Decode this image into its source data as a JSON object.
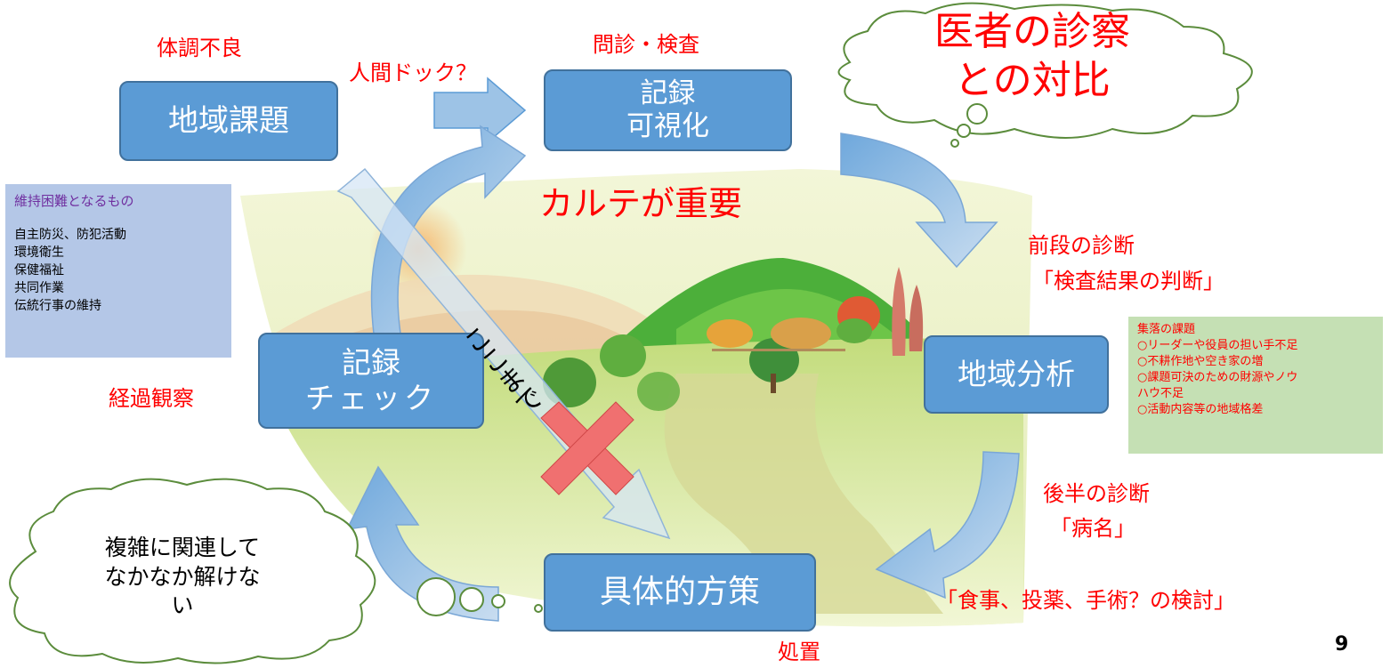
{
  "boxes": {
    "chiiki_kadai": "地域課題",
    "kiroku_kashika": [
      "記録",
      "可視化"
    ],
    "chiiki_bunseki": "地域分析",
    "gutaiteki_housaku": "具体的方策",
    "kiroku_check": [
      "記録",
      "チェック"
    ]
  },
  "labels": {
    "taichou_furyou": "体調不良",
    "ningen_dock": "人間ドック？",
    "monshin_kensa": "問診・検査",
    "karte_juuyou": "カルテが重要",
    "zendan_shindan": "前段の診断",
    "kensa_kekka": "「検査結果の判断」",
    "kouhan_shindan": "後半の診断",
    "byoumei": "「病名」",
    "shokuji": "「食事、投薬、手術？の検討」",
    "shochi": "処置",
    "keika_kansatsu": "経過観察",
    "koko_made": "ここまで"
  },
  "clouds": {
    "top": [
      "医者の診察",
      "との対比"
    ],
    "bottom": [
      "複雑に関連して",
      "なかなか解けな",
      "い"
    ]
  },
  "panel_blue": {
    "title": "維持困難となるもの",
    "items": [
      "自主防災、防犯活動",
      "環境衛生",
      "保健福祉",
      "共同作業",
      "伝統行事の維持"
    ]
  },
  "panel_green": {
    "title": "集落の課題",
    "items": [
      "○リーダーや役員の担い手不足",
      "○不耕作地や空き家の増",
      "○課題可決のための財源やノウ",
      "ハウ不足",
      "○活動内容等の地域格差"
    ]
  },
  "page_number": "9",
  "colors": {
    "box": "#5b9bd5",
    "label_red": "#ff0000",
    "arrow": "#9dc3e6"
  }
}
